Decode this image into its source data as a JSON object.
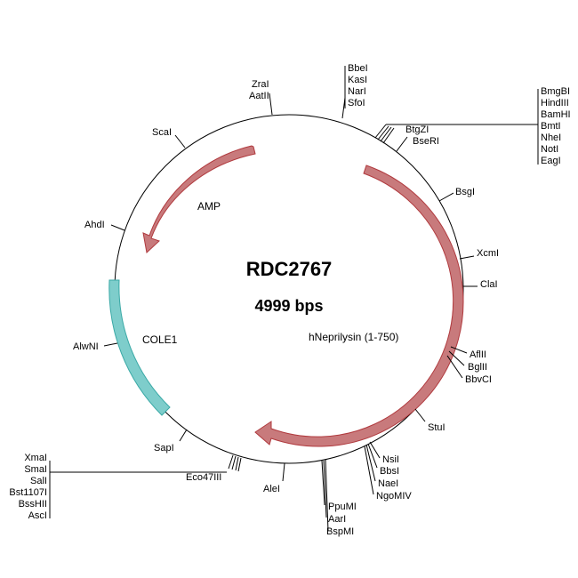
{
  "plasmid": {
    "name": "RDC2767",
    "size_label": "4999 bps"
  },
  "features": {
    "amp": {
      "label": "AMP",
      "color": "#c87a7c",
      "stroke": "#b03a3e"
    },
    "hnep": {
      "label": "hNeprilysin (1-750)",
      "color": "#c87a7c",
      "stroke": "#b03a3e"
    },
    "cole1": {
      "label": "COLE1",
      "color": "#7ecdcb",
      "stroke": "#3aa9a6"
    }
  },
  "sites": {
    "zrai": "ZraI",
    "aatii": "AatII",
    "bbei": "BbeI",
    "kasi": "KasI",
    "nari": "NarI",
    "sfoi": "SfoI",
    "bmgbi": "BmgBI",
    "hindiii": "HindIII",
    "bamhi": "BamHI",
    "bmti": "BmtI",
    "nhei": "NheI",
    "noti": "NotI",
    "eagi": "EagI",
    "btgzi": "BtgZI",
    "bseri": "BseRI",
    "scai": "ScaI",
    "bsgi": "BsgI",
    "ahdi": "AhdI",
    "xcmi": "XcmI",
    "clai": "ClaI",
    "alwni": "AlwNI",
    "aflii": "AflII",
    "bglii": "BglII",
    "bbvci": "BbvCI",
    "stui": "StuI",
    "sapi": "SapI",
    "nsii": "NsiI",
    "bbsi": "BbsI",
    "naei": "NaeI",
    "ngomiv": "NgoMIV",
    "xmai": "XmaI",
    "smai": "SmaI",
    "sali": "SalI",
    "bst1107i": "Bst1107I",
    "bsshii": "BssHII",
    "asci": "AscI",
    "eco47iii": "Eco47III",
    "alei": "AleI",
    "ppumi": "PpuMI",
    "aari": "AarI",
    "bspmi": "BspMI"
  }
}
